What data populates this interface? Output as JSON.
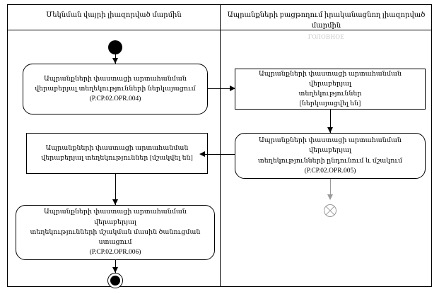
{
  "diagram": {
    "type": "uml-activity-diagram-with-swimlanes",
    "lanes": [
      {
        "id": "left",
        "header": "Մեկնման վայրի լիազորված մարմին",
        "subheader": ""
      },
      {
        "id": "right",
        "header": "Ապրանքների բացթողում իրականացնող լիազորված մարմին",
        "subheader": "ГОЛОВНОЕ"
      }
    ],
    "nodes": [
      {
        "id": "initial",
        "kind": "initial-node",
        "lane": "left",
        "label": ""
      },
      {
        "id": "activity-opr-004",
        "kind": "activity",
        "lane": "left",
        "shape": "rounded",
        "label": "Ապրանքների փաստացի արտահանման\nվերաբերյալ տեղեկությունների ներկայացում\n(P.CP.02.OPR.004)"
      },
      {
        "id": "object-submitted",
        "kind": "object-node",
        "lane": "right",
        "shape": "sharp",
        "label": "Ապրանքների փաստացի արտահանման վերաբերյալ\nտեղեկություններ\n[ներկայացվել են]"
      },
      {
        "id": "activity-opr-005",
        "kind": "activity",
        "lane": "right",
        "shape": "rounded",
        "label": "Ապրանքների փաստացի արտահանման վերաբերյալ\nտեղեկությունների ընդունում և մշակում\n(P.CP.02.OPR.005)"
      },
      {
        "id": "object-processed",
        "kind": "object-node",
        "lane": "left",
        "shape": "sharp",
        "label": "Ապրանքների փաստացի արտահանման\nվերաբերյալ տեղեկություններ [մշակվել են]"
      },
      {
        "id": "activity-opr-006",
        "kind": "activity",
        "lane": "left",
        "shape": "rounded",
        "label": "Ապրանքների փաստացի արտահանման վերաբերյալ\nտեղեկությունների մշակման մասին ծանուցման\nստացում\n(P.CP.02.OPR.006)"
      },
      {
        "id": "flow-final",
        "kind": "flow-final-node",
        "lane": "right",
        "label": ""
      },
      {
        "id": "final",
        "kind": "activity-final-node",
        "lane": "left",
        "label": ""
      }
    ],
    "edges": [
      {
        "from": "initial",
        "to": "activity-opr-004",
        "direction": "down"
      },
      {
        "from": "activity-opr-004",
        "to": "object-submitted",
        "direction": "right"
      },
      {
        "from": "object-submitted",
        "to": "activity-opr-005",
        "direction": "down"
      },
      {
        "from": "activity-opr-005",
        "to": "object-processed",
        "direction": "left"
      },
      {
        "from": "activity-opr-005",
        "to": "flow-final",
        "direction": "down"
      },
      {
        "from": "object-processed",
        "to": "activity-opr-006",
        "direction": "down"
      },
      {
        "from": "activity-opr-006",
        "to": "final",
        "direction": "down"
      }
    ],
    "colors": {
      "stroke": "#000000",
      "background": "#ffffff",
      "flow_final_stroke": "#9a9a9a",
      "subheader_text": "#c9c9c9"
    }
  }
}
